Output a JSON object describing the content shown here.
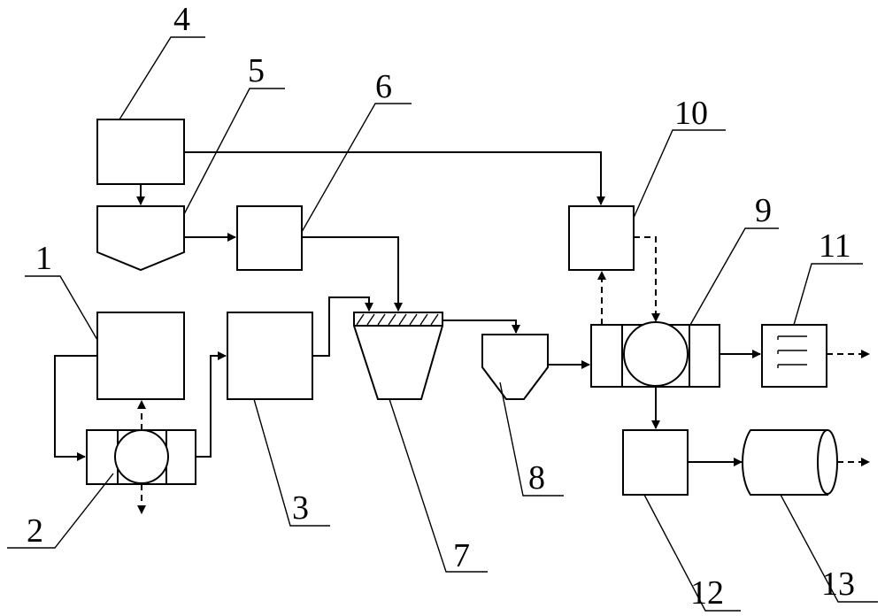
{
  "labels": {
    "n1": "1",
    "n2": "2",
    "n3": "3",
    "n4": "4",
    "n5": "5",
    "n6": "6",
    "n7": "7",
    "n8": "8",
    "n9": "9",
    "n10": "10",
    "n11": "11",
    "n12": "12",
    "n13": "13"
  },
  "colors": {
    "stroke": "#000000",
    "background": "#ffffff"
  }
}
